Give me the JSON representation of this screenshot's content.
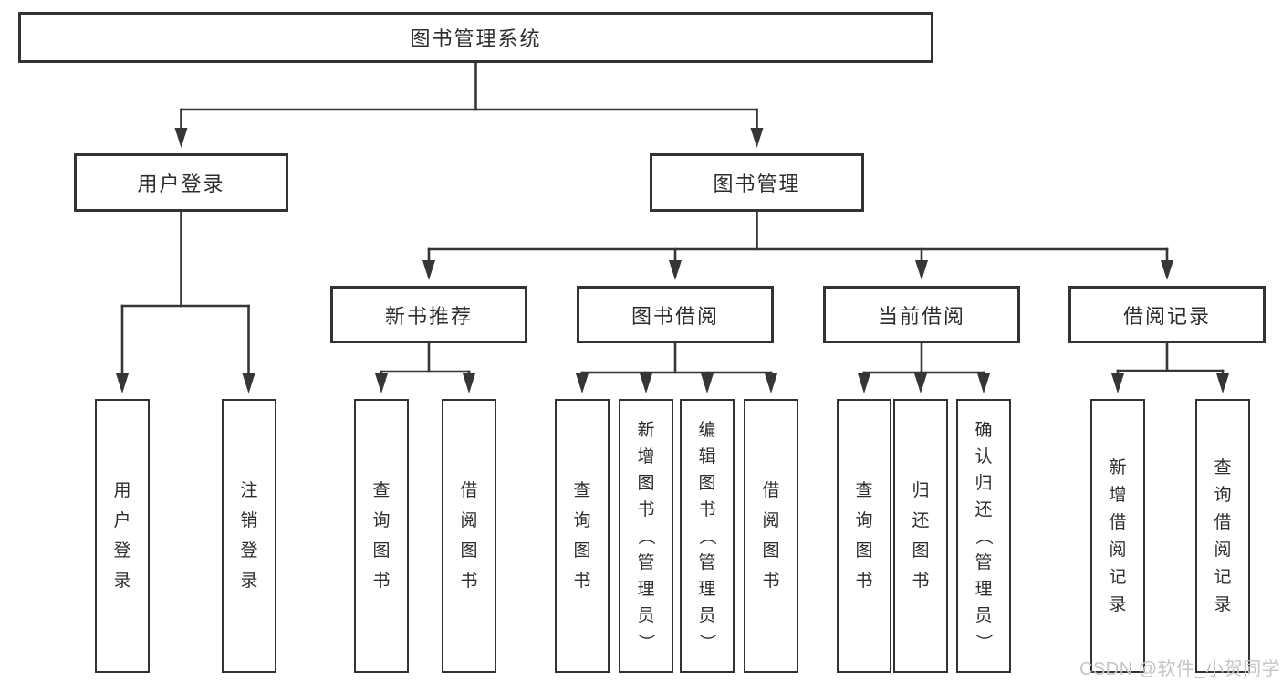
{
  "diagram_title": "图书管理系统",
  "watermark": "CSDN @软件_小贺同学",
  "colors": {
    "line": "#363636",
    "box_border": "#333333",
    "box_fill": "#ffffff",
    "text": "#2d2d2d",
    "watermark": "#c5c5c5",
    "background": "#ffffff"
  },
  "tree": {
    "label": "图书管理系统",
    "children": [
      {
        "label": "用户登录",
        "children": [
          {
            "label": "用户登录"
          },
          {
            "label": "注销登录"
          }
        ]
      },
      {
        "label": "图书管理",
        "children": [
          {
            "label": "新书推荐",
            "children": [
              {
                "label": "查询图书"
              },
              {
                "label": "借阅图书"
              }
            ]
          },
          {
            "label": "图书借阅",
            "children": [
              {
                "label": "查询图书"
              },
              {
                "label": "新增图书（管理员）"
              },
              {
                "label": "编辑图书（管理员）"
              },
              {
                "label": "借阅图书"
              }
            ]
          },
          {
            "label": "当前借阅",
            "children": [
              {
                "label": "查询图书"
              },
              {
                "label": "归还图书"
              },
              {
                "label": "确认归还（管理员）"
              }
            ]
          },
          {
            "label": "借阅记录",
            "children": [
              {
                "label": "新增借阅记录"
              },
              {
                "label": "查询借阅记录"
              }
            ]
          }
        ]
      }
    ]
  }
}
